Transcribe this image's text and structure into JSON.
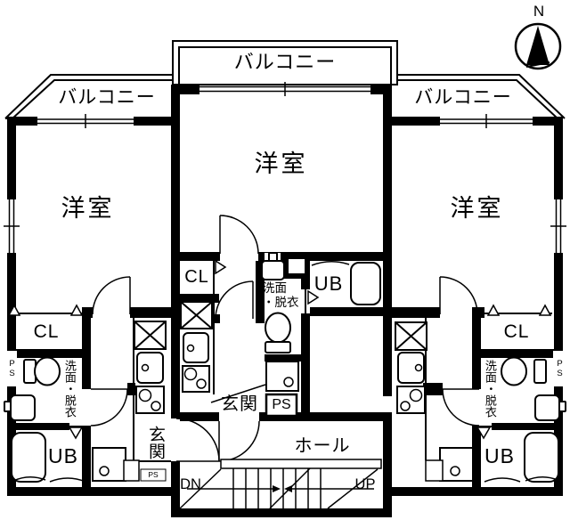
{
  "compass": {
    "north": "N"
  },
  "balconies": {
    "left": "バルコニー",
    "center": "バルコニー",
    "right": "バルコニー"
  },
  "left_unit": {
    "room": "洋室",
    "closet": "CL",
    "washroom": "洗面・脱衣",
    "bath": "UB",
    "entrance": "玄関",
    "pipe_space": "PS",
    "pipe_space_small": "PS"
  },
  "center_unit": {
    "room": "洋室",
    "closet": "CL",
    "washroom": "洗面\n・脱衣",
    "bath": "UB",
    "entrance": "玄関",
    "pipe_space": "PS"
  },
  "right_unit": {
    "room": "洋室",
    "closet": "CL",
    "washroom": "洗面・脱衣",
    "bath": "UB",
    "pipe_space": "PS"
  },
  "shared": {
    "hall": "ホール",
    "stairs_down": "DN",
    "stairs_up": "UP"
  },
  "colors": {
    "line": "#000000",
    "bg": "#ffffff"
  }
}
